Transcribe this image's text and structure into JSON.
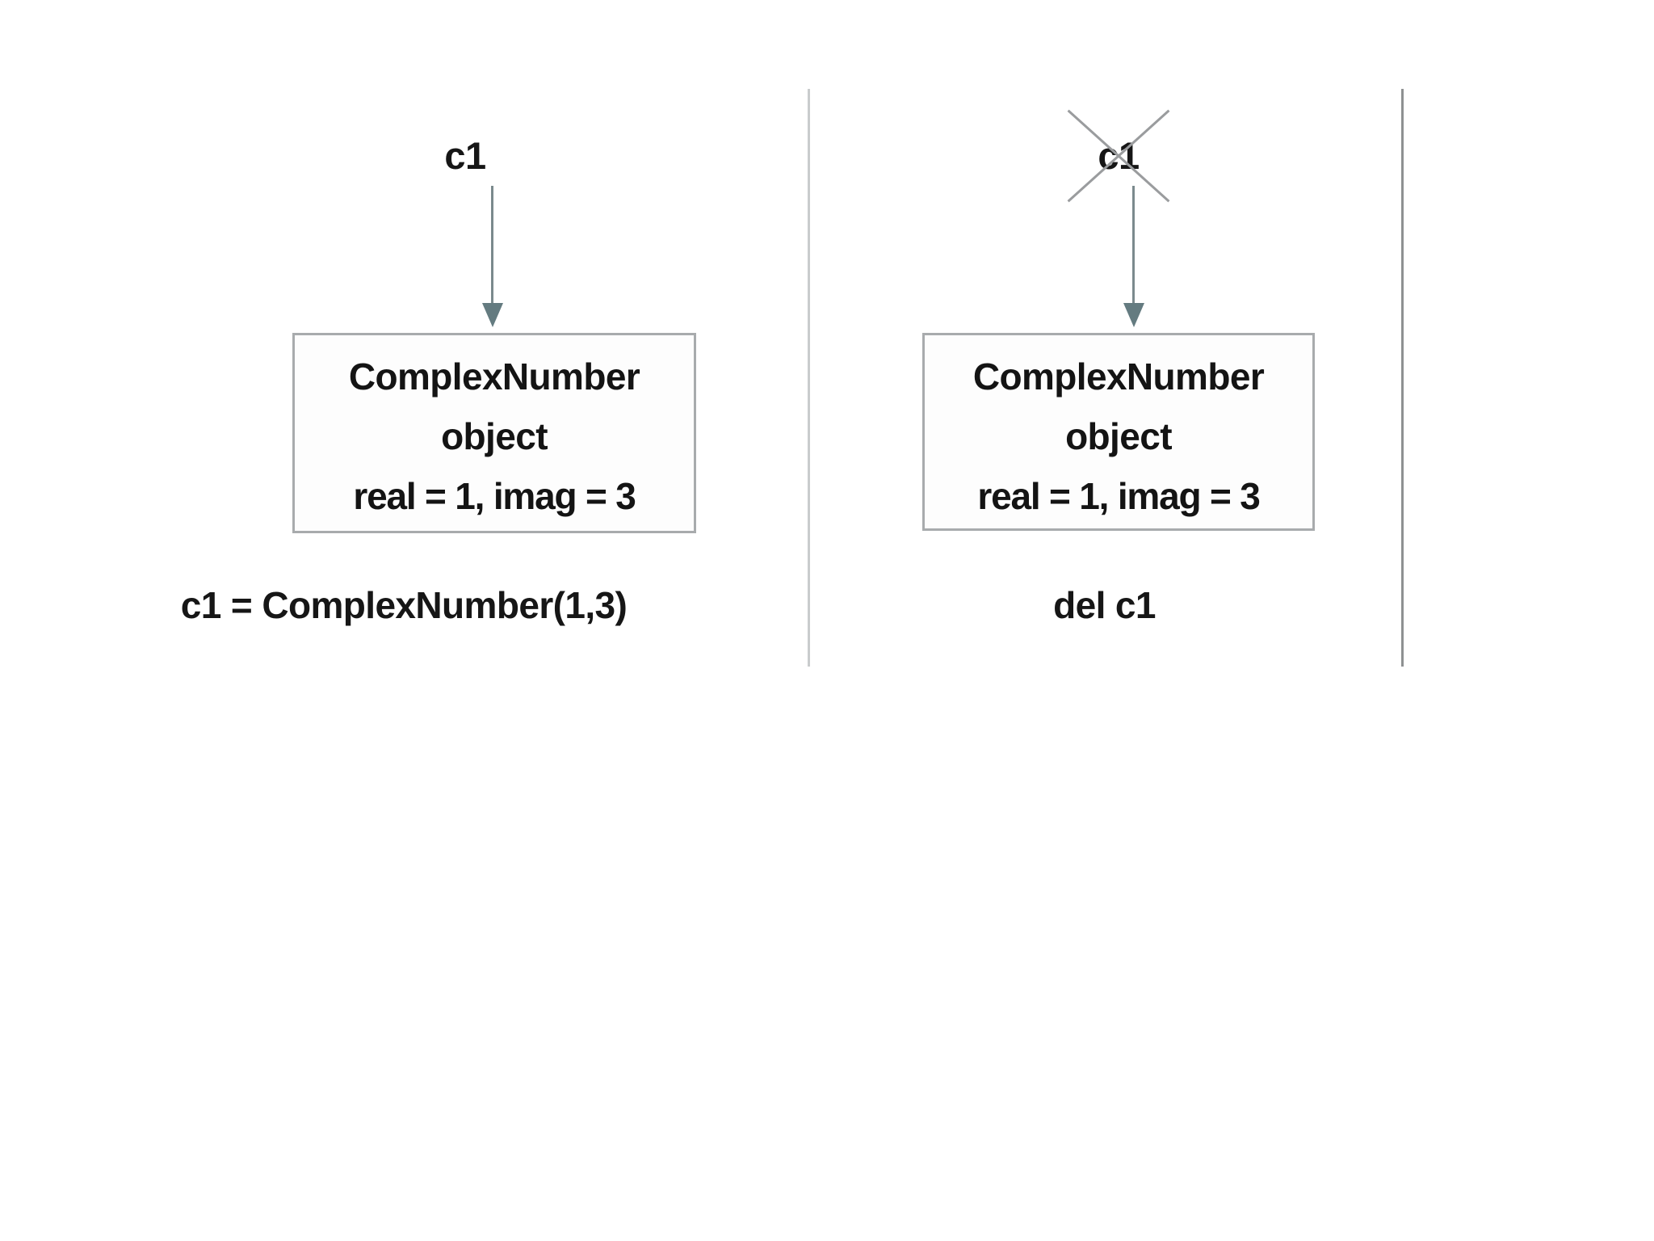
{
  "figure": {
    "type": "object-reference-diagram",
    "background_color": "#ffffff",
    "panel_count": 2
  },
  "colors": {
    "box_border": "#a8abad",
    "box_fill": "#fdfdfd",
    "arrow": "#647b80",
    "arrow_shaft": "#7b8a8d",
    "divider_faint": "#c9cccd",
    "divider_strong": "#8e9192",
    "cross": "#9a9c9e",
    "text": "#141414"
  },
  "panels": [
    {
      "id": "create",
      "variable_label": "c1",
      "variable_deleted": false,
      "object_box": {
        "line1": "ComplexNumber",
        "line2": "object",
        "line3": "real = 1, imag = 3"
      },
      "caption": "c1 = ComplexNumber(1,3)"
    },
    {
      "id": "delete",
      "variable_label": "c1",
      "variable_deleted": true,
      "object_box": {
        "line1": "ComplexNumber",
        "line2": "object",
        "line3": "real = 1, imag = 3"
      },
      "caption": "del c1"
    }
  ]
}
